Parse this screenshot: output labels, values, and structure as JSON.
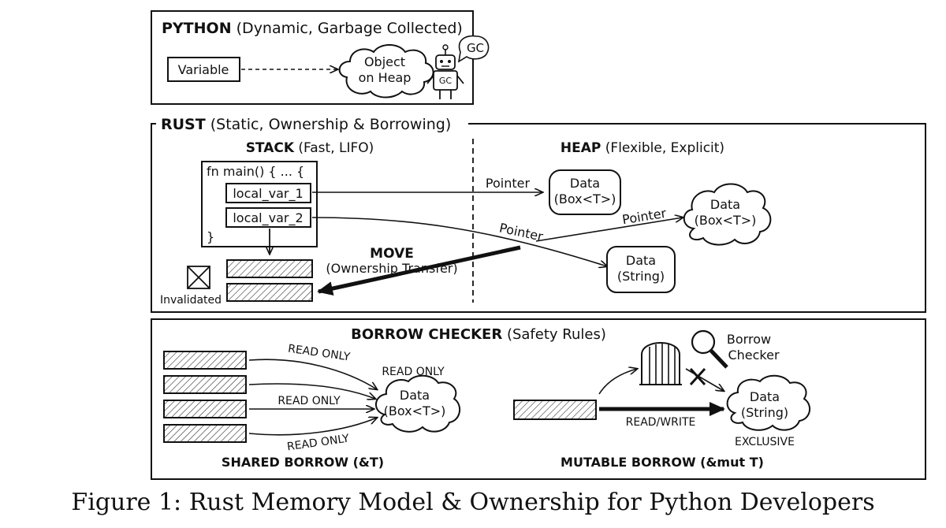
{
  "python": {
    "title_bold": "PYTHON",
    "title_rest": " (Dynamic, Garbage Collected)",
    "variable": "Variable",
    "object_line1": "Object",
    "object_line2": "on Heap",
    "gc_bubble": "GC",
    "gc_robot": "GC"
  },
  "rust": {
    "title_bold": "RUST",
    "title_rest": " (Static, Ownership & Borrowing)",
    "stack_bold": "STACK",
    "stack_rest": " (Fast, LIFO)",
    "heap_bold": "HEAP",
    "heap_rest": " (Flexible, Explicit)",
    "fn_open": "fn main() { ... {",
    "local_var_1": "local_var_1",
    "local_var_2": "local_var_2",
    "fn_close": "}",
    "invalidated": "Invalidated",
    "move_bold": "MOVE",
    "move_rest": "(Ownership Transfer)",
    "pointer_1": "Pointer",
    "pointer_2": "Pointer",
    "pointer_3": "Pointer",
    "data_box_1_line1": "Data",
    "data_box_1_line2": "(Box<T>)",
    "data_box_2_line1": "Data",
    "data_box_2_line2": "(Box<T>)",
    "data_string_line1": "Data",
    "data_string_line2": "(String)"
  },
  "borrow": {
    "title_bold": "BORROW CHECKER",
    "title_rest": " (Safety Rules)",
    "read_only": [
      "READ ONLY",
      "READ ONLY",
      "READ ONLY",
      "READ ONLY"
    ],
    "shared_data_line1": "Data",
    "shared_data_line2": "(Box<T>)",
    "shared_label": "SHARED BORROW (&T)",
    "checker_line1": "Borrow",
    "checker_line2": "Checker",
    "read_write": "READ/WRITE",
    "mut_data_line1": "Data",
    "mut_data_line2": "(String)",
    "exclusive": "EXCLUSIVE",
    "mutable_label": "MUTABLE BORROW (&mut T)"
  },
  "caption": "Figure 1: Rust Memory Model & Ownership for Python Developers"
}
